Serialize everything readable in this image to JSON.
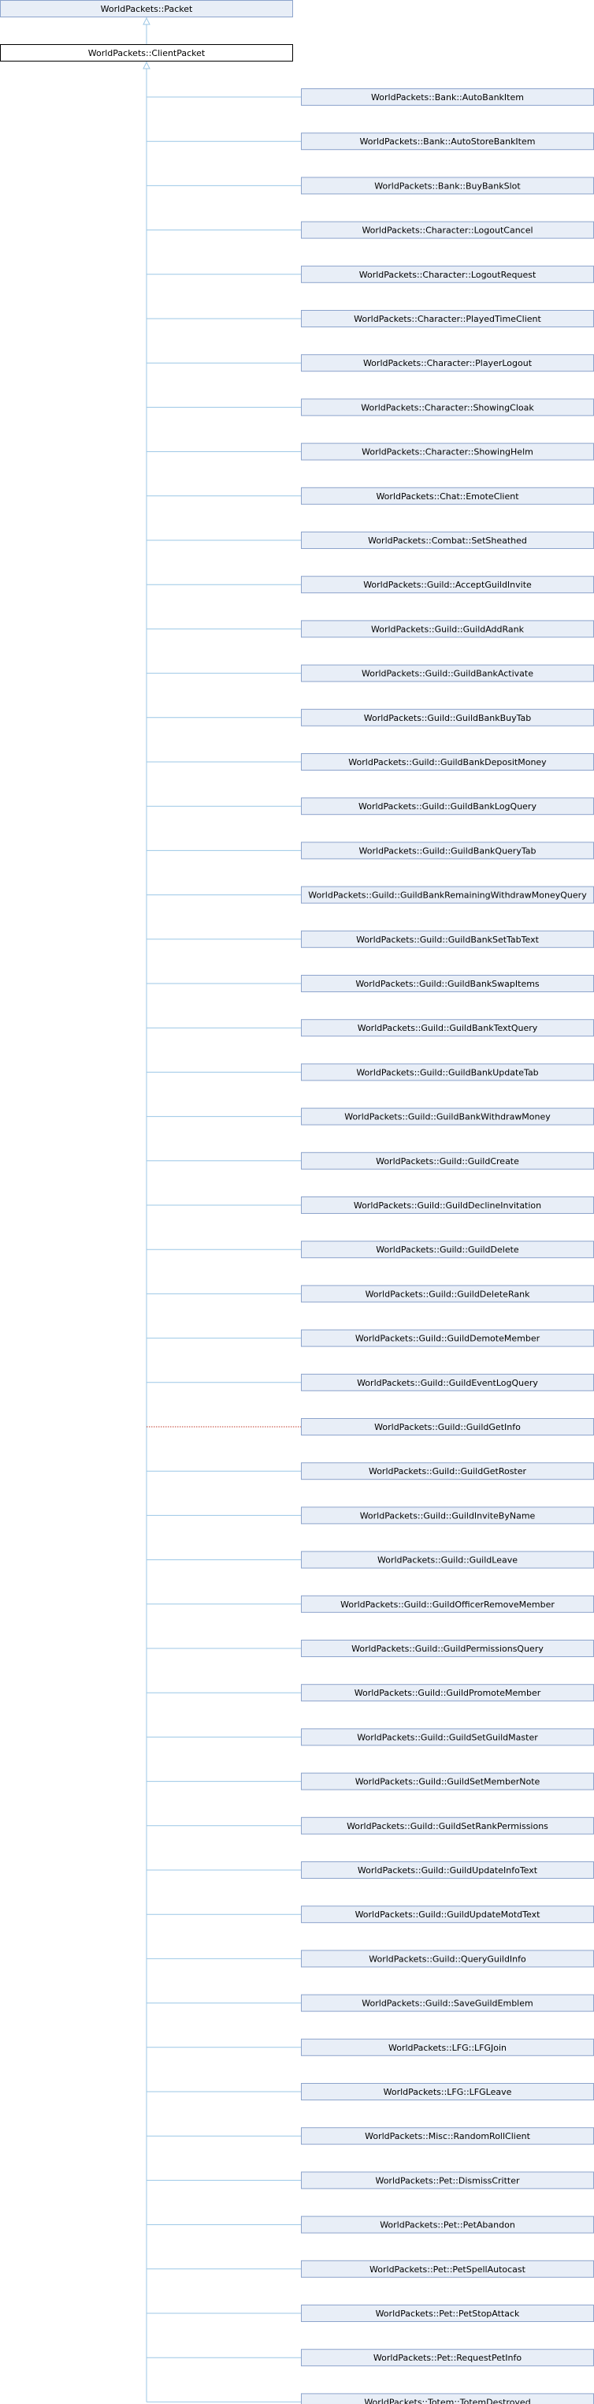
{
  "base_class": "WorldPackets::Packet",
  "current_class": "WorldPackets::ClientPacket",
  "derived_classes": [
    {
      "name": "WorldPackets::Bank::AutoBankItem",
      "link": "solid"
    },
    {
      "name": "WorldPackets::Bank::AutoStoreBankItem",
      "link": "solid"
    },
    {
      "name": "WorldPackets::Bank::BuyBankSlot",
      "link": "solid"
    },
    {
      "name": "WorldPackets::Character::LogoutCancel",
      "link": "solid"
    },
    {
      "name": "WorldPackets::Character::LogoutRequest",
      "link": "solid"
    },
    {
      "name": "WorldPackets::Character::PlayedTimeClient",
      "link": "solid"
    },
    {
      "name": "WorldPackets::Character::PlayerLogout",
      "link": "solid"
    },
    {
      "name": "WorldPackets::Character::ShowingCloak",
      "link": "solid"
    },
    {
      "name": "WorldPackets::Character::ShowingHelm",
      "link": "solid"
    },
    {
      "name": "WorldPackets::Chat::EmoteClient",
      "link": "solid"
    },
    {
      "name": "WorldPackets::Combat::SetSheathed",
      "link": "solid"
    },
    {
      "name": "WorldPackets::Guild::AcceptGuildInvite",
      "link": "solid"
    },
    {
      "name": "WorldPackets::Guild::GuildAddRank",
      "link": "solid"
    },
    {
      "name": "WorldPackets::Guild::GuildBankActivate",
      "link": "solid"
    },
    {
      "name": "WorldPackets::Guild::GuildBankBuyTab",
      "link": "solid"
    },
    {
      "name": "WorldPackets::Guild::GuildBankDepositMoney",
      "link": "solid"
    },
    {
      "name": "WorldPackets::Guild::GuildBankLogQuery",
      "link": "solid"
    },
    {
      "name": "WorldPackets::Guild::GuildBankQueryTab",
      "link": "solid"
    },
    {
      "name": "WorldPackets::Guild::GuildBankRemainingWithdrawMoneyQuery",
      "link": "solid"
    },
    {
      "name": "WorldPackets::Guild::GuildBankSetTabText",
      "link": "solid"
    },
    {
      "name": "WorldPackets::Guild::GuildBankSwapItems",
      "link": "solid"
    },
    {
      "name": "WorldPackets::Guild::GuildBankTextQuery",
      "link": "solid"
    },
    {
      "name": "WorldPackets::Guild::GuildBankUpdateTab",
      "link": "solid"
    },
    {
      "name": "WorldPackets::Guild::GuildBankWithdrawMoney",
      "link": "solid"
    },
    {
      "name": "WorldPackets::Guild::GuildCreate",
      "link": "solid"
    },
    {
      "name": "WorldPackets::Guild::GuildDeclineInvitation",
      "link": "solid"
    },
    {
      "name": "WorldPackets::Guild::GuildDelete",
      "link": "solid"
    },
    {
      "name": "WorldPackets::Guild::GuildDeleteRank",
      "link": "solid"
    },
    {
      "name": "WorldPackets::Guild::GuildDemoteMember",
      "link": "solid"
    },
    {
      "name": "WorldPackets::Guild::GuildEventLogQuery",
      "link": "solid"
    },
    {
      "name": "WorldPackets::Guild::GuildGetInfo",
      "link": "dotted"
    },
    {
      "name": "WorldPackets::Guild::GuildGetRoster",
      "link": "solid"
    },
    {
      "name": "WorldPackets::Guild::GuildInviteByName",
      "link": "solid"
    },
    {
      "name": "WorldPackets::Guild::GuildLeave",
      "link": "solid"
    },
    {
      "name": "WorldPackets::Guild::GuildOfficerRemoveMember",
      "link": "solid"
    },
    {
      "name": "WorldPackets::Guild::GuildPermissionsQuery",
      "link": "solid"
    },
    {
      "name": "WorldPackets::Guild::GuildPromoteMember",
      "link": "solid"
    },
    {
      "name": "WorldPackets::Guild::GuildSetGuildMaster",
      "link": "solid"
    },
    {
      "name": "WorldPackets::Guild::GuildSetMemberNote",
      "link": "solid"
    },
    {
      "name": "WorldPackets::Guild::GuildSetRankPermissions",
      "link": "solid"
    },
    {
      "name": "WorldPackets::Guild::GuildUpdateInfoText",
      "link": "solid"
    },
    {
      "name": "WorldPackets::Guild::GuildUpdateMotdText",
      "link": "solid"
    },
    {
      "name": "WorldPackets::Guild::QueryGuildInfo",
      "link": "solid"
    },
    {
      "name": "WorldPackets::Guild::SaveGuildEmblem",
      "link": "solid"
    },
    {
      "name": "WorldPackets::LFG::LFGJoin",
      "link": "solid"
    },
    {
      "name": "WorldPackets::LFG::LFGLeave",
      "link": "solid"
    },
    {
      "name": "WorldPackets::Misc::RandomRollClient",
      "link": "solid"
    },
    {
      "name": "WorldPackets::Pet::DismissCritter",
      "link": "solid"
    },
    {
      "name": "WorldPackets::Pet::PetAbandon",
      "link": "solid"
    },
    {
      "name": "WorldPackets::Pet::PetSpellAutocast",
      "link": "solid"
    },
    {
      "name": "WorldPackets::Pet::PetStopAttack",
      "link": "solid"
    },
    {
      "name": "WorldPackets::Pet::RequestPetInfo",
      "link": "solid"
    },
    {
      "name": "WorldPackets::Totem::TotemDestroyed",
      "link": "solid"
    }
  ],
  "colors": {
    "node_fill": "#e8eef7",
    "node_border": "#8da4cc",
    "current_border": "#000000",
    "edge": "#9cc7e6",
    "dotted_edge": "#c0392b"
  }
}
